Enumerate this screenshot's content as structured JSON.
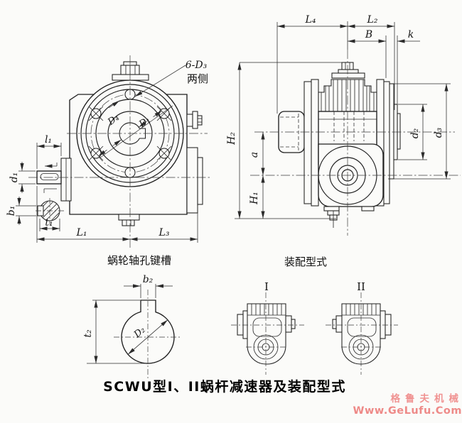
{
  "page": {
    "background": "#fbfbf9",
    "ink_color": "#1f1f1f",
    "watermark_color": "#f09392"
  },
  "front_view": {
    "callout": {
      "line1": "6-D₃",
      "line2": "两侧"
    },
    "dims": {
      "l1": "l₁",
      "d1": "d₁",
      "b1": "b₁",
      "t1": "t₁",
      "L1": "L₁",
      "L3": "L₃",
      "D4": "D₄",
      "D1": "D₁"
    }
  },
  "side_view": {
    "dims": {
      "L4": "L₄",
      "L2": "L₂",
      "B": "B",
      "k": "k",
      "H2": "H₂",
      "a": "a",
      "H1": "H₁",
      "d2": "d₂",
      "d3": "d₃"
    }
  },
  "keyway_detail": {
    "title": "蜗轮轴孔键槽",
    "dims": {
      "b2": "b₂",
      "t2": "t₂",
      "D2": "D₂"
    }
  },
  "assembly": {
    "title": "装配型式",
    "type1_label": "I",
    "type2_label": "II"
  },
  "caption": "SCWU型I、II蜗杆减速器及装配型式",
  "watermark": {
    "line1": "格鲁夫机械",
    "line2": "Www.GeLufu.Com"
  }
}
